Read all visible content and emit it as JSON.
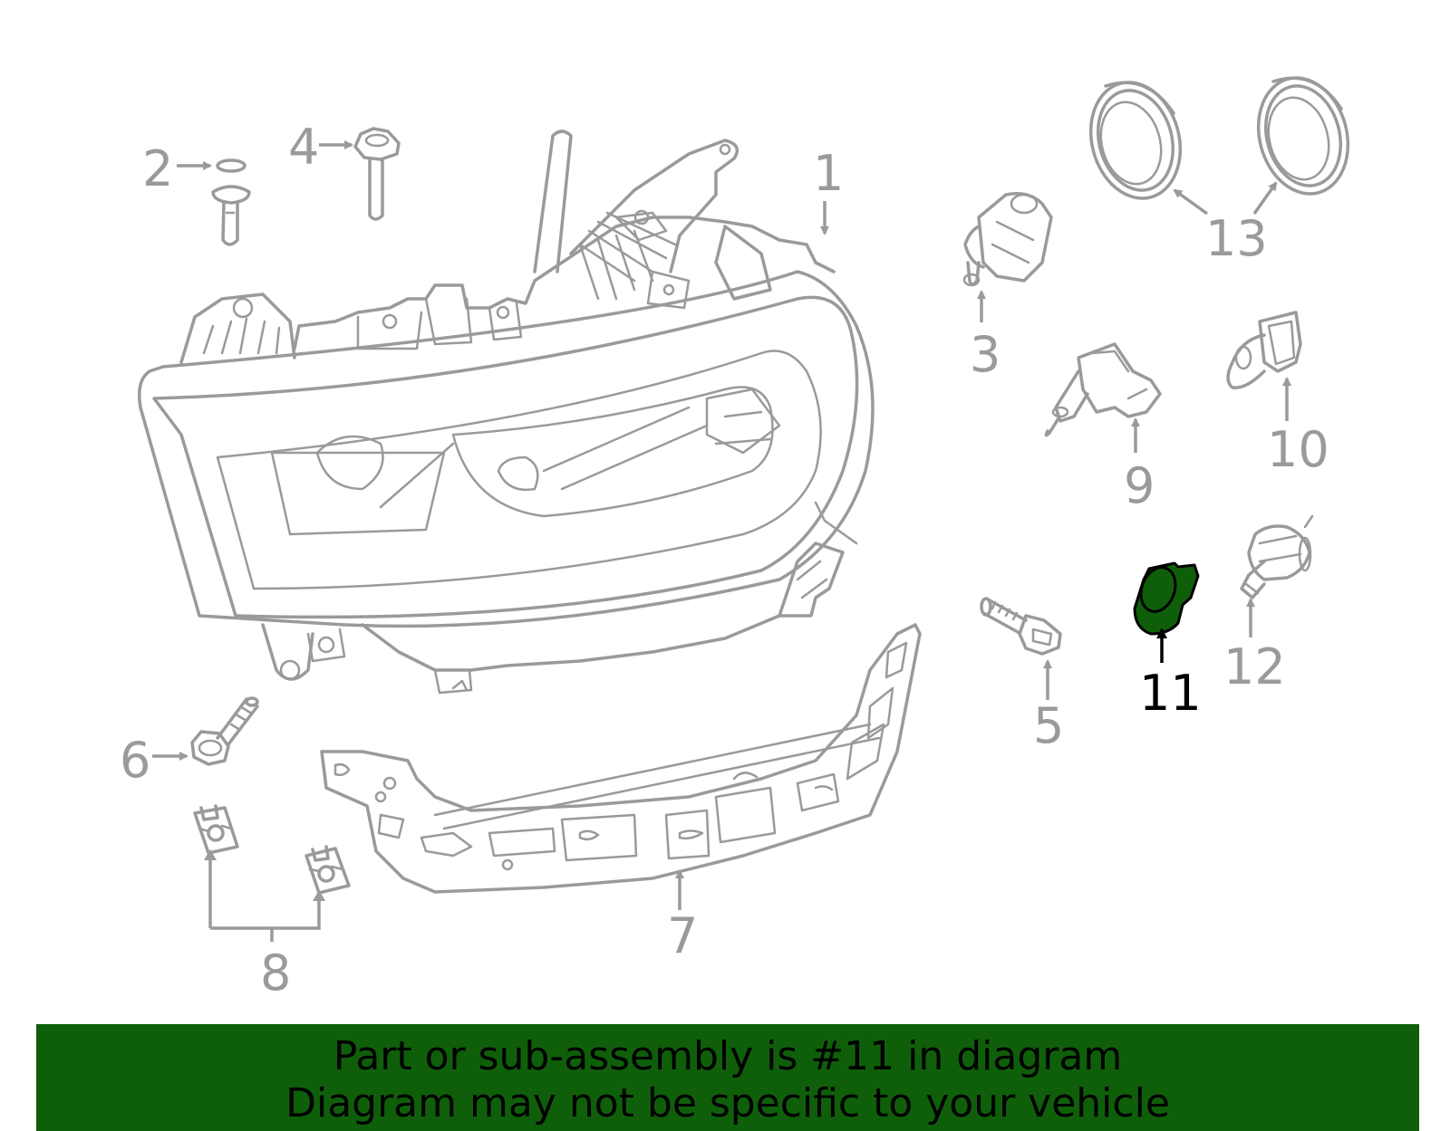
{
  "diagram": {
    "callouts": {
      "c1": "1",
      "c2": "2",
      "c3": "3",
      "c4": "4",
      "c5": "5",
      "c6": "6",
      "c7": "7",
      "c8": "8",
      "c9": "9",
      "c10": "10",
      "c11": "11",
      "c12": "12",
      "c13": "13"
    },
    "highlighted_callout": "11",
    "colors": {
      "line_art": "#9a9a9a",
      "highlight_fill": "#0f5f0a",
      "highlight_text": "#000000",
      "banner_background": "#0f5f0a"
    }
  },
  "banner": {
    "line1": "Part or sub-assembly is #11 in diagram",
    "line2": "Diagram may not be specific to your vehicle"
  }
}
